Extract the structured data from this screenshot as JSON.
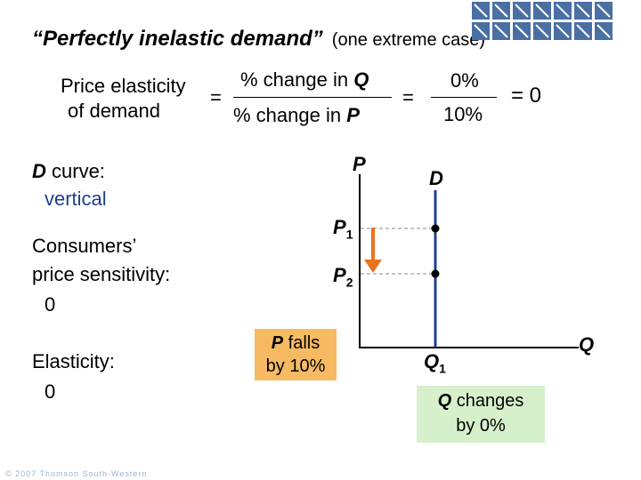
{
  "title": {
    "main": "“Perfectly inelastic demand”",
    "sub": "(one extreme case)"
  },
  "formula": {
    "lhs_line1": "Price elasticity",
    "lhs_line2": "of demand",
    "eq1": "=",
    "numerator_prefix": "% change in ",
    "numerator_var": "Q",
    "denominator_prefix": "% change in ",
    "denominator_var": "P",
    "eq2": "=",
    "frac2_num": "0%",
    "frac2_den": "10%",
    "result": "= 0"
  },
  "left_panel": {
    "dcurve_var": "D",
    "dcurve_rest": " curve:",
    "dcurve_value": "vertical",
    "sensitivity_line1": "Consumers’",
    "sensitivity_line2": "price sensitivity:",
    "sensitivity_value": "0",
    "elasticity_label": "Elasticity:",
    "elasticity_value": "0"
  },
  "graph": {
    "y_axis_label": "P",
    "x_axis_label": "Q",
    "curve_label": "D",
    "p1_var": "P",
    "p1_sub": "1",
    "p2_var": "P",
    "p2_sub": "2",
    "q1_var": "Q",
    "q1_sub": "1"
  },
  "price_box": {
    "var": "P",
    "line1_rest": " falls",
    "line2": "by 10%"
  },
  "quantity_box": {
    "var": "Q",
    "line1_rest": " changes",
    "line2": "by 0%"
  },
  "colors": {
    "demand": "#1f3f8c",
    "arrow": "#e8731f",
    "orange_box": "#f6ba62",
    "green_box": "#d7f0cc",
    "logo": "#4a6fa5"
  },
  "footer": "© 2007 Thomson South-Western"
}
